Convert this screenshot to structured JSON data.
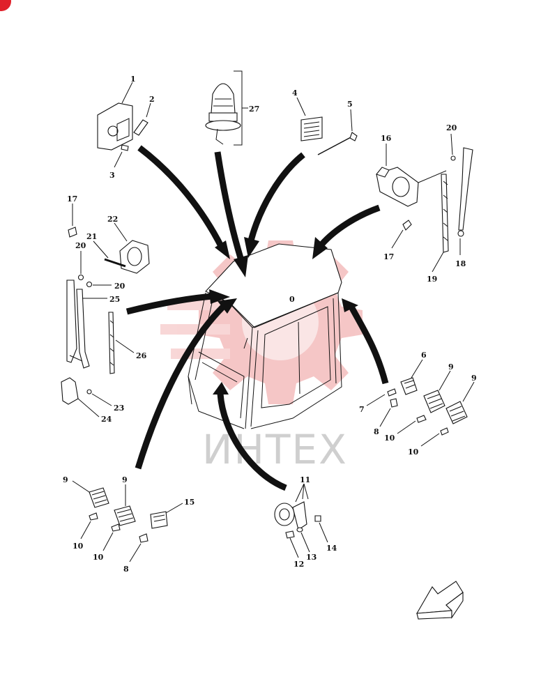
{
  "watermark": {
    "text": "ИНТЕХ",
    "color": "#f2b4b4"
  },
  "corner_badge": {
    "color": "#e0202a"
  },
  "callouts": [
    {
      "id": "c1",
      "text": "1"
    },
    {
      "id": "c2",
      "text": "2"
    },
    {
      "id": "c3",
      "text": "3"
    },
    {
      "id": "c4",
      "text": "4"
    },
    {
      "id": "c5",
      "text": "5"
    },
    {
      "id": "c27",
      "text": "27"
    },
    {
      "id": "c16",
      "text": "16"
    },
    {
      "id": "c20a",
      "text": "20"
    },
    {
      "id": "c17a",
      "text": "17"
    },
    {
      "id": "c17b",
      "text": "17"
    },
    {
      "id": "c18",
      "text": "18"
    },
    {
      "id": "c19",
      "text": "19"
    },
    {
      "id": "c22",
      "text": "22"
    },
    {
      "id": "c21",
      "text": "21"
    },
    {
      "id": "c20b",
      "text": "20"
    },
    {
      "id": "c20c",
      "text": "20"
    },
    {
      "id": "c25",
      "text": "25"
    },
    {
      "id": "c26",
      "text": "26"
    },
    {
      "id": "c23",
      "text": "23"
    },
    {
      "id": "c24",
      "text": "24"
    },
    {
      "id": "c6",
      "text": "6"
    },
    {
      "id": "c9a",
      "text": "9"
    },
    {
      "id": "c9b",
      "text": "9"
    },
    {
      "id": "c7",
      "text": "7"
    },
    {
      "id": "c8a",
      "text": "8"
    },
    {
      "id": "c10a",
      "text": "10"
    },
    {
      "id": "c10b",
      "text": "10"
    },
    {
      "id": "c9c",
      "text": "9"
    },
    {
      "id": "c9d",
      "text": "9"
    },
    {
      "id": "c15",
      "text": "15"
    },
    {
      "id": "c10c",
      "text": "10"
    },
    {
      "id": "c10d",
      "text": "10"
    },
    {
      "id": "c8b",
      "text": "8"
    },
    {
      "id": "c11",
      "text": "11"
    },
    {
      "id": "c14",
      "text": "14"
    },
    {
      "id": "c13",
      "text": "13"
    },
    {
      "id": "c12",
      "text": "12"
    },
    {
      "id": "c0",
      "text": "0"
    }
  ]
}
